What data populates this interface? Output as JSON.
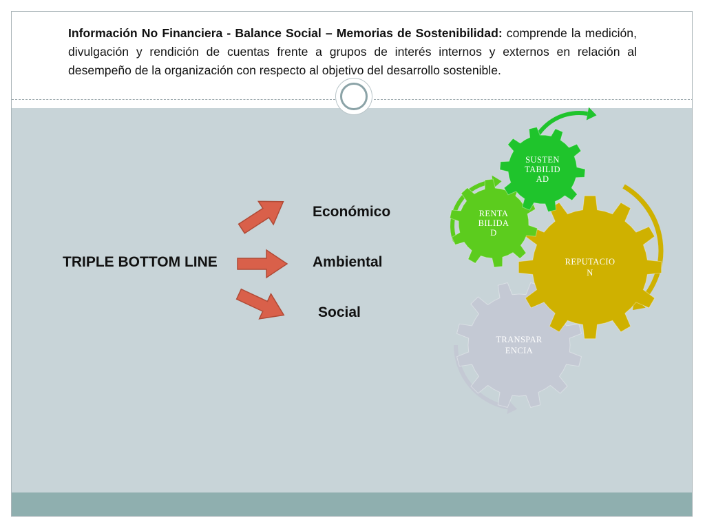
{
  "header": {
    "bold_text": "Información No Financiera - Balance Social – Memorias de Sostenibilidad:",
    "body_text": " comprende la medición, divulgación y rendición de cuentas frente a grupos de interés internos y externos en relación al desempeño de la organización  con respecto al objetivo del desarrollo sostenible."
  },
  "triple_bottom_line": {
    "label": "TRIPLE BOTTOM LINE",
    "items": [
      "Económico",
      "Ambiental",
      "Social"
    ]
  },
  "gears": [
    {
      "name": "sustentabilidad",
      "lines": [
        "SUSTEN",
        "TABILID",
        "AD"
      ],
      "color": "#1fc42c"
    },
    {
      "name": "rentabilidad",
      "lines": [
        "RENTA",
        "BILIDA",
        "D"
      ],
      "color": "#5ccc1e"
    },
    {
      "name": "reputacion",
      "lines": [
        "REPUTACIO",
        "N"
      ],
      "color": "#cfb100"
    },
    {
      "name": "transparencia",
      "lines": [
        "TRANSPAR",
        "ENCIA"
      ],
      "color": "#c4c9d4"
    }
  ],
  "colors": {
    "arrow_fill": "#d9604a",
    "arrow_stroke": "#b04a36",
    "background": "#c8d4d8",
    "footer": "#8fafaf"
  }
}
